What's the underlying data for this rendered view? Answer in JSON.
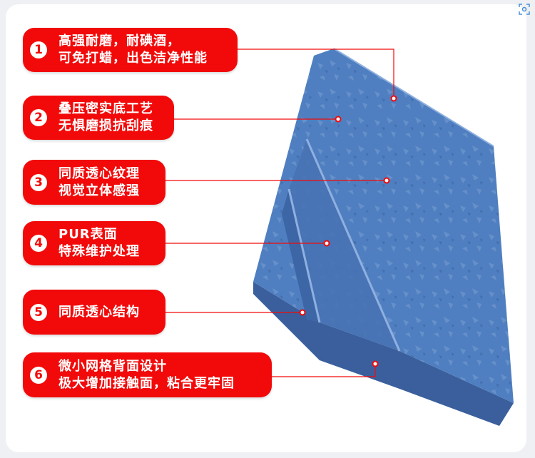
{
  "features": [
    {
      "num": "1",
      "line1": "高强耐磨，耐碘酒，",
      "line2": "可免打蜡，出色洁净性能"
    },
    {
      "num": "2",
      "line1": "叠压密实底工艺",
      "line2": "无惧磨损抗刮痕"
    },
    {
      "num": "3",
      "line1": "同质透心纹理",
      "line2": "视觉立体感强"
    },
    {
      "num": "4",
      "line1": "PUR表面",
      "line2": "特殊维护处理"
    },
    {
      "num": "5",
      "line1": "同质透心结构"
    },
    {
      "num": "6",
      "line1": "微小网格背面设计",
      "line2": "极大增加接触面，粘合更牢固"
    }
  ],
  "colors": {
    "accent": "#f20a0a",
    "slab": "#4f7fc0",
    "slab_side": "#3a5f9c"
  },
  "icons": {
    "corner": "scan-image-icon"
  }
}
